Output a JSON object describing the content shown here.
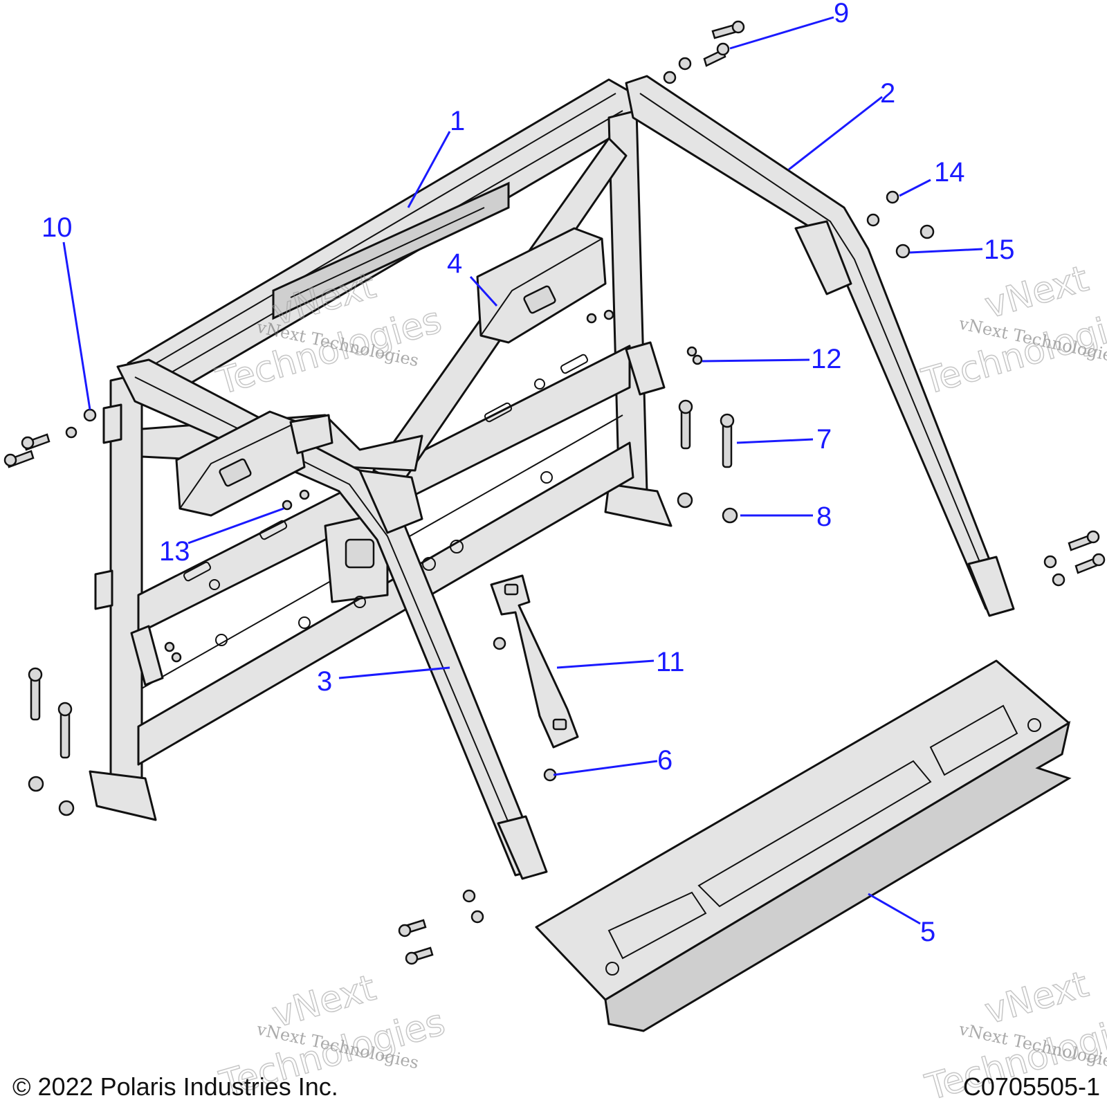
{
  "diagram": {
    "callouts": [
      "1",
      "2",
      "3",
      "4",
      "5",
      "6",
      "7",
      "8",
      "9",
      "10",
      "11",
      "12",
      "13",
      "14",
      "15"
    ]
  },
  "watermark": {
    "text": "vNext Technologies",
    "line1": "vNext",
    "line2": "Technologies"
  },
  "footer": {
    "copyright": "© 2022 Polaris Industries Inc.",
    "figure_id": "C0705505-1"
  }
}
